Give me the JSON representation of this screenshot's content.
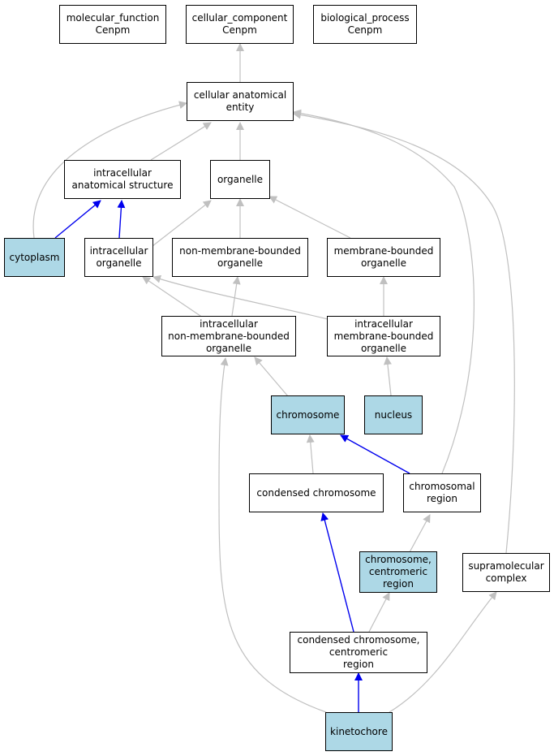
{
  "colors": {
    "highlight": "#add8e6",
    "isa_edge": "#c0c0c0",
    "partof_edge": "#0000ee"
  },
  "nodes": {
    "mf": "molecular_function\nCenpm",
    "cc": "cellular_component\nCenpm",
    "bp": "biological_process\nCenpm",
    "cae": "cellular anatomical\nentity",
    "ias": "intracellular\nanatomical structure",
    "organelle": "organelle",
    "cytoplasm": "cytoplasm",
    "io": "intracellular\norganelle",
    "nmbo": "non-membrane-bounded\norganelle",
    "mbo": "membrane-bounded\norganelle",
    "inmbo": "intracellular\nnon-membrane-bounded\norganelle",
    "imbo": "intracellular\nmembrane-bounded\norganelle",
    "chromosome": "chromosome",
    "nucleus": "nucleus",
    "condensed": "condensed chromosome",
    "chromreg": "chromosomal\nregion",
    "centreg": "chromosome,\ncentromeric\nregion",
    "supra": "supramolecular\ncomplex",
    "ccentreg": "condensed chromosome,\ncentromeric\nregion",
    "kinetochore": "kinetochore"
  }
}
